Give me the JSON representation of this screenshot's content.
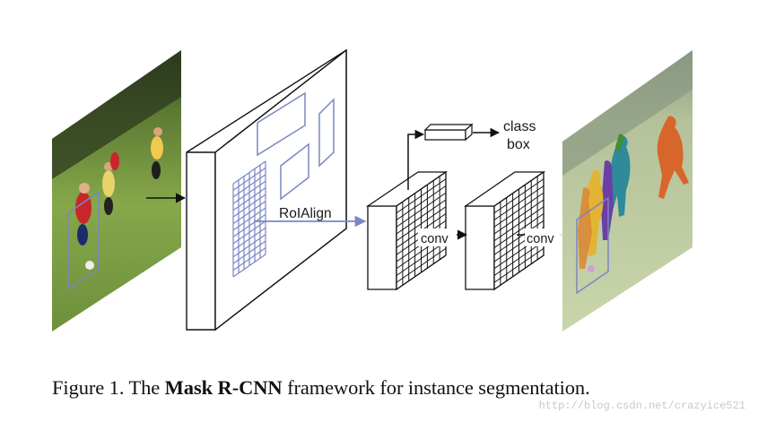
{
  "diagram": {
    "labels": {
      "roialign": "RoIAlign",
      "conv_1": "conv",
      "conv_2": "conv",
      "class": "class",
      "box": "box"
    },
    "colors": {
      "roi_lines": "#7a86c4",
      "outline": "#111111",
      "grass": "#7e9e45",
      "mask_orange": "#d8662a",
      "mask_yellow": "#e3b433",
      "mask_purple": "#6a3fa6",
      "mask_teal": "#2f8a9a",
      "mask_green": "#3f8e34"
    }
  },
  "caption": {
    "prefix": "Figure 1. The ",
    "bold": "Mask R-CNN",
    "suffix": " framework for instance segmentation."
  },
  "watermark": "http://blog.csdn.net/crazyice521"
}
